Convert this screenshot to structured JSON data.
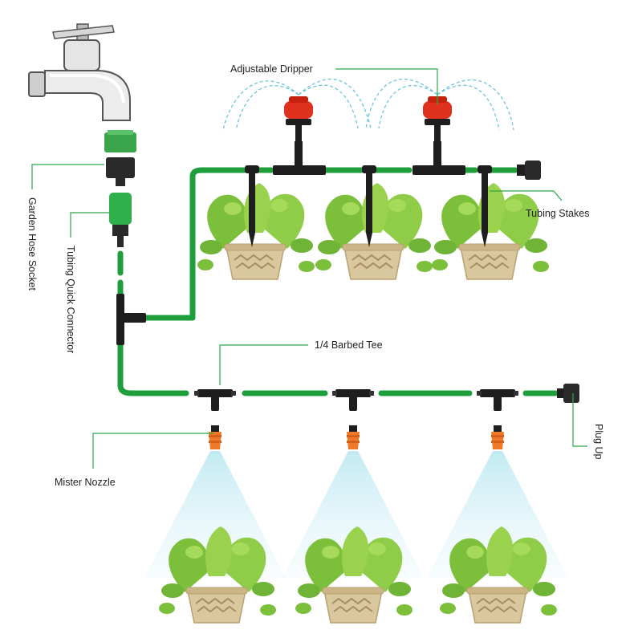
{
  "labels": {
    "adjustable_dripper": "Adjustable Dripper",
    "tubing_stakes": "Tubing Stakes",
    "garden_hose_socket": "Garden Hose Socket",
    "tubing_quick_connector": "Tubing Quick Connector",
    "barbed_tee": "1/4 Barbed Tee",
    "mister_nozzle": "Mister Nozzle",
    "plug_up": "Plug Up"
  },
  "colors": {
    "tubing": "#1f9e3c",
    "leader_line": "#2aa84a",
    "fitting": "#1e1e1e",
    "dripper": "#e0301e",
    "nozzle": "#f07a2a",
    "mist": "#bfe9f2",
    "spray": "#6cc6d8",
    "pot": "#d9c79e",
    "leaf": "#86c440"
  },
  "icons": {
    "faucet": "faucet-icon",
    "plant": "potted-plant-icon"
  }
}
